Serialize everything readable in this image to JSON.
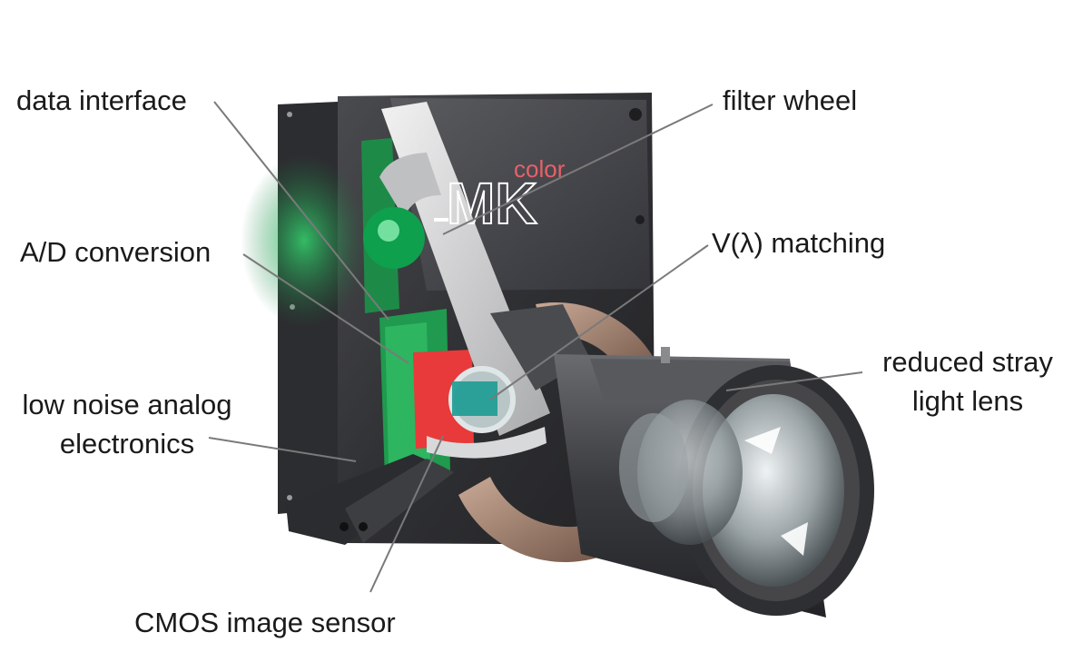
{
  "brand": {
    "word_top": "color",
    "word_main": "MK",
    "accent": "#e8606a"
  },
  "labels": {
    "data_interface": "data interface",
    "filter_wheel": "filter wheel",
    "ad_conversion": "A/D conversion",
    "v_lambda": "V(λ) matching",
    "reduced_stray_1": "reduced stray",
    "reduced_stray_2": "light lens",
    "low_noise_1": "low noise analog",
    "low_noise_2": "electronics",
    "cmos": "CMOS image sensor"
  },
  "colors": {
    "housing": "#3a3a3c",
    "housing_light": "#55565a",
    "pcb_green": "#1f9a4e",
    "sensor_red": "#e83a3a",
    "wheel_silver": "#cfd0d2",
    "bronze": "#8a6a58",
    "leader": "#7a7a7a"
  }
}
